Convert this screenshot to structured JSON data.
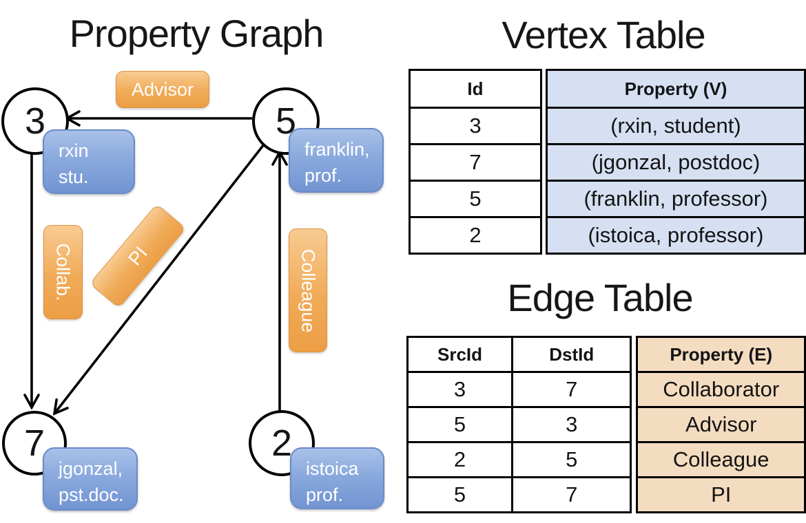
{
  "graph": {
    "title": "Property Graph",
    "nodes": {
      "n3": {
        "id": "3",
        "lines": [
          "rxin",
          "stu."
        ]
      },
      "n5": {
        "id": "5",
        "lines": [
          "franklin,",
          "prof."
        ]
      },
      "n7": {
        "id": "7",
        "lines": [
          "jgonzal,",
          "pst.doc."
        ]
      },
      "n2": {
        "id": "2",
        "lines": [
          "istoica",
          "prof."
        ]
      }
    },
    "edges": {
      "advisor": {
        "label": "Advisor",
        "from": "5",
        "to": "3"
      },
      "collab": {
        "label": "Collab.",
        "from": "3",
        "to": "7"
      },
      "pi": {
        "label": "PI",
        "from": "5",
        "to": "7"
      },
      "colleague": {
        "label": "Colleague",
        "from": "2",
        "to": "5"
      }
    }
  },
  "vertex_table": {
    "title": "Vertex Table",
    "columns": {
      "id": "Id",
      "property": "Property (V)"
    },
    "rows": [
      {
        "id": "3",
        "property": "(rxin, student)"
      },
      {
        "id": "7",
        "property": "(jgonzal, postdoc)"
      },
      {
        "id": "5",
        "property": "(franklin, professor)"
      },
      {
        "id": "2",
        "property": "(istoica, professor)"
      }
    ]
  },
  "edge_table": {
    "title": "Edge Table",
    "columns": {
      "src": "SrcId",
      "dst": "DstId",
      "property": "Property (E)"
    },
    "rows": [
      {
        "src": "3",
        "dst": "7",
        "property": "Collaborator"
      },
      {
        "src": "5",
        "dst": "3",
        "property": "Advisor"
      },
      {
        "src": "2",
        "dst": "5",
        "property": "Colleague"
      },
      {
        "src": "5",
        "dst": "7",
        "property": "PI"
      }
    ]
  },
  "colors": {
    "edge_pill_top": "#f8cb92",
    "edge_pill_bottom": "#ec9e45",
    "vertex_box_top": "#a9c1e9",
    "vertex_box_bottom": "#7294d2",
    "vertex_property_bg": "#d6e0f2",
    "edge_property_bg": "#f4dcc0",
    "line_color": "#000000"
  }
}
